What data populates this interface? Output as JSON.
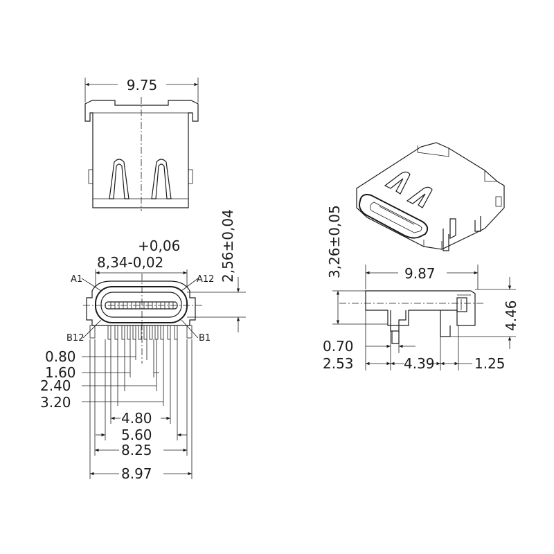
{
  "top_view": {
    "width_dim": "9.75"
  },
  "front_view": {
    "opening_tol_upper": "+0,06",
    "opening_dim": "8,34-0,02",
    "opening_height": "2,56±0,04",
    "pin_a1": "A1",
    "pin_a12": "A12",
    "pin_b12": "B12",
    "pin_b1": "B1",
    "pitch_080": "0.80",
    "pitch_160": "1.60",
    "pitch_240": "2.40",
    "pitch_320": "3.20",
    "span_480": "4.80",
    "span_560": "5.60",
    "span_825": "8.25",
    "span_897": "8.97"
  },
  "side_view": {
    "height_326": "3,26±0,05",
    "length_987": "9.87",
    "height_446": "4.46",
    "dim_070": "0.70",
    "dim_253": "2.53",
    "dim_439": "4.39",
    "dim_125": "1.25"
  }
}
